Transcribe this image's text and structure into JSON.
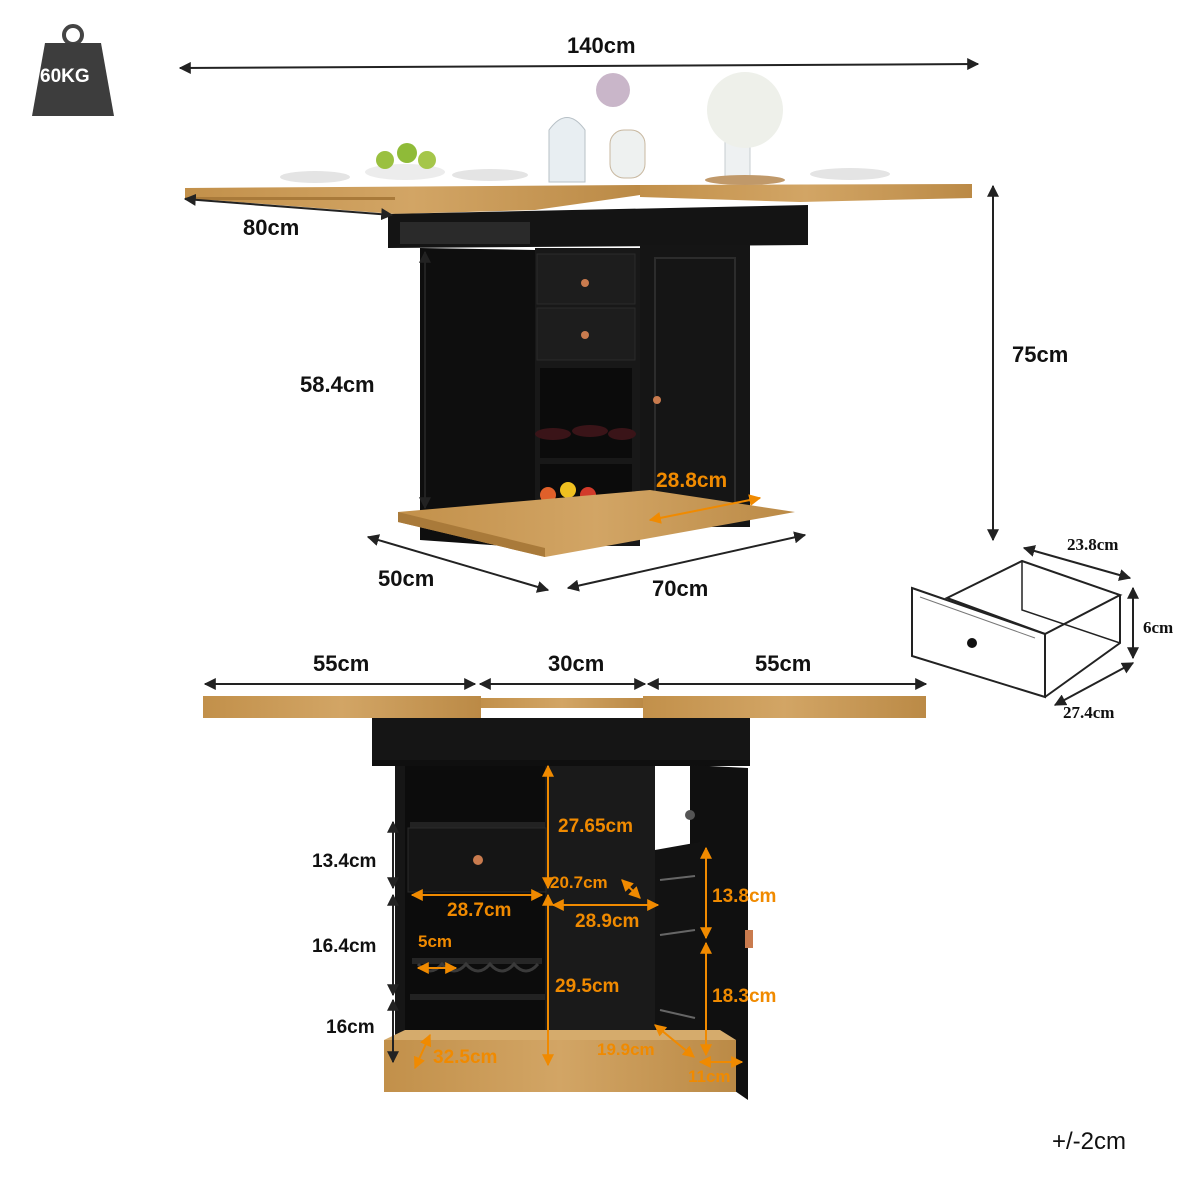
{
  "weight": "60KG",
  "tolerance": "+/-2cm",
  "top_view": {
    "width": "140cm",
    "depth": "80cm",
    "height": "75cm",
    "cabinet_height": "58.4cm",
    "inner_depth": "28.8cm",
    "base_depth": "50cm",
    "base_width": "70cm"
  },
  "drawer": {
    "width": "23.8cm",
    "height": "6cm",
    "depth": "27.4cm"
  },
  "front_view": {
    "leaf_left": "55cm",
    "center": "30cm",
    "leaf_right": "55cm",
    "drawer_height": "13.4cm",
    "wine_rack_height": "16.4cm",
    "bottom_height": "16cm",
    "bottle_slot": "5cm",
    "shelf_width": "28.7cm",
    "open_height": "27.65cm",
    "middle_depth": "20.7cm",
    "middle_width": "28.9cm",
    "lower_height": "29.5cm",
    "door_upper": "13.8cm",
    "door_lower": "18.3cm",
    "floor_depth": "32.5cm",
    "door_floor": "19.9cm",
    "door_shelf_depth": "11cm"
  },
  "colors": {
    "wood": "#c99a55",
    "wood_dark": "#a97a3a",
    "cabinet": "#141414",
    "accent": "#f08a00",
    "line": "#222222"
  }
}
